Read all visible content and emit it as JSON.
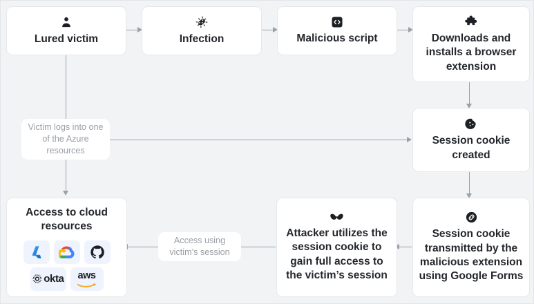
{
  "diagram": {
    "title": "Browser extension session-cookie theft attack chain",
    "background_color": "#f1f3f5",
    "node_color": "#ffffff",
    "line_color": "#9ba1a6",
    "text_color": "#23262b",
    "muted_text_color": "#9a9ea5"
  },
  "nodes": [
    {
      "id": "lured-victim",
      "label": "Lured victim",
      "icon": "person-icon"
    },
    {
      "id": "infection",
      "label": "Infection",
      "icon": "virus-icon"
    },
    {
      "id": "malicious-script",
      "label": "Malicious script",
      "icon": "code-icon"
    },
    {
      "id": "browser-extension",
      "label": "Downloads and installs a browser extension",
      "icon": "puzzle-piece-icon"
    },
    {
      "id": "session-cookie-created",
      "label": "Session cookie created",
      "icon": "cookie-icon"
    },
    {
      "id": "cookie-transmitted",
      "label": "Session cookie transmitted by the malicious extension using Google Forms",
      "icon": "link-circle-icon"
    },
    {
      "id": "attacker-utilizes",
      "label": "Attacker utilizes the session cookie to gain full access to the victim’s session",
      "icon": "mask-icon"
    },
    {
      "id": "access-cloud",
      "label": "Access to cloud resources",
      "icon": null
    }
  ],
  "edge_labels": [
    {
      "id": "victim-logs-in",
      "label": "Victim logs into one of the Azure resources"
    },
    {
      "id": "access-using-session",
      "label": "Access using victim’s session"
    }
  ],
  "cloud_logos": [
    {
      "id": "azure",
      "name": "Microsoft Azure",
      "text": ""
    },
    {
      "id": "google-cloud",
      "name": "Google Cloud",
      "text": ""
    },
    {
      "id": "github",
      "name": "GitHub",
      "text": ""
    },
    {
      "id": "okta",
      "name": "Okta",
      "text": "okta"
    },
    {
      "id": "aws",
      "name": "Amazon Web Services",
      "text": "aws"
    }
  ]
}
